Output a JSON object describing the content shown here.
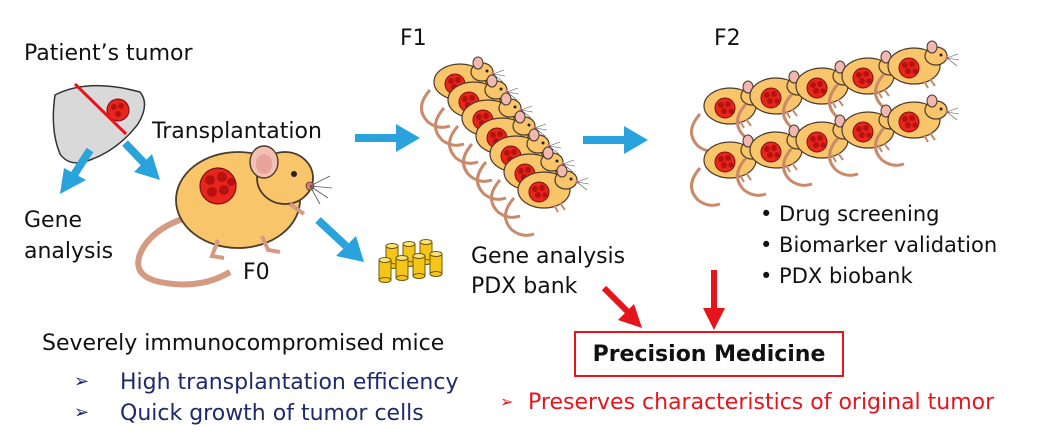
{
  "labels": {
    "patient_tumor": "Patient’s tumor",
    "transplantation": "Transplantation",
    "gene_analysis_left_line1": "Gene",
    "gene_analysis_left_line2": "analysis",
    "f0": "F0",
    "f1": "F1",
    "f2": "F2",
    "gene_analysis_right": "Gene analysis",
    "pdx_bank": "PDX bank",
    "severely": "Severely immunocompromised mice",
    "precision_medicine": "Precision Medicine"
  },
  "uses": [
    "• Drug screening",
    "• Biomarker validation",
    "•  PDX biobank"
  ],
  "mouse_features": [
    "High transplantation efficiency",
    "Quick growth of tumor cells"
  ],
  "preserves": "Preserves characteristics of original tumor",
  "bullet_symbol": "➢",
  "colors": {
    "arrow_blue": "#2aa3dc",
    "arrow_red": "#e8141c",
    "mouse_body": "#f9c56b",
    "mouse_outline": "#4a3a2a",
    "tumor": "#e8251c",
    "liver": "#d9d9d9",
    "vial": "#f5c518"
  }
}
